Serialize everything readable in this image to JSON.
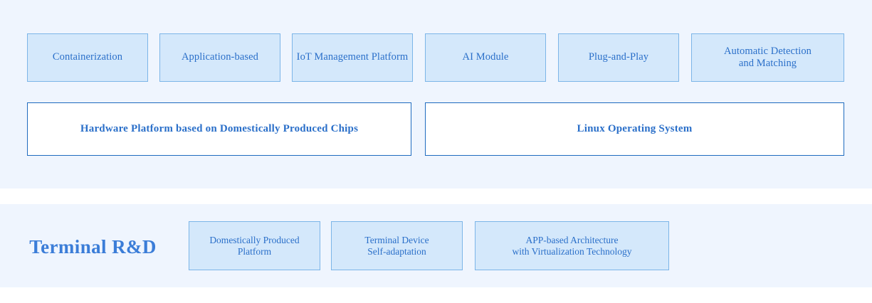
{
  "colors": {
    "band_background": "#eff5fe",
    "tile_fill": "#d4e8fb",
    "tile_border": "#7cb5e8",
    "bar_fill": "#ffffff",
    "bar_border": "#1f6bbf",
    "text_blue": "#2a6fc9",
    "label_blue": "#3b7dd8",
    "page_background": "#ffffff"
  },
  "top_section": {
    "capability_tiles": [
      {
        "label": "Containerization"
      },
      {
        "label": "Application-based"
      },
      {
        "label": "IoT Management Platform"
      },
      {
        "label": "AI Module"
      },
      {
        "label": "Plug-and-Play"
      },
      {
        "label": "Automatic Detection",
        "label_line2": "and Matching"
      }
    ],
    "foundation_bars": [
      {
        "label": "Hardware Platform based on Domestically Produced Chips"
      },
      {
        "label": "Linux Operating System"
      }
    ]
  },
  "bottom_section": {
    "section_label": "Terminal R&D",
    "tiles": [
      {
        "label": "Domestically Produced",
        "label_line2": "Platform"
      },
      {
        "label": "Terminal Device",
        "label_line2": "Self-adaptation"
      },
      {
        "label": "APP-based Architecture",
        "label_line2": "with Virtualization Technology"
      }
    ]
  }
}
